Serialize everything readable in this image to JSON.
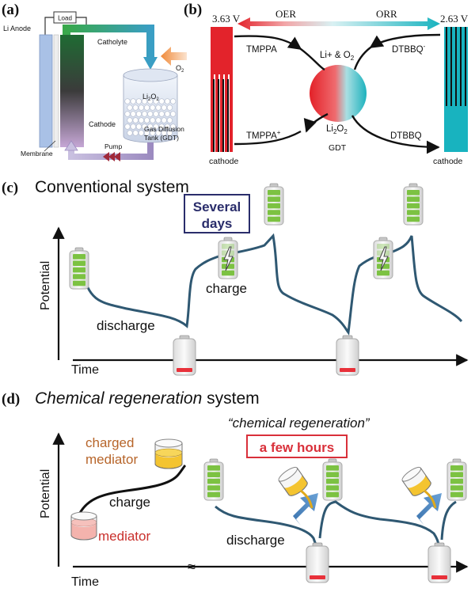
{
  "panels": {
    "a": {
      "label": "(a)",
      "load": "Load",
      "li_anode": "Li Anode",
      "catholyte": "Catholyte",
      "o2": "O",
      "o2_sub": "2",
      "li2o2_a": "Li",
      "li2o2_b": "2",
      "li2o2_c": "O",
      "li2o2_d": "2",
      "cathode": "Cathode",
      "membrane": "Membrane",
      "pump": "Pump",
      "gdt_1": "Gas Diffusion",
      "gdt_2": "Tank (GDT)"
    },
    "b": {
      "label": "(b)",
      "v_left": "3.63 V",
      "v_right": "2.63 V",
      "oer": "OER",
      "orr": "ORR",
      "tmppa": "TMPPA",
      "tmppa_plus": "TMPPA",
      "plus": "+",
      "li_o2": "Li+ & O",
      "li_o2_sub": "2",
      "dtbbq_minus": "DTBBQ",
      "minus": "-",
      "li2o2_a": "Li",
      "li2o2_b": "2",
      "li2o2_c": "O",
      "li2o2_d": "2",
      "dtbbq": "DTBBQ",
      "gdt": "GDT",
      "cathode_left": "cathode",
      "cathode_right": "cathode"
    },
    "c": {
      "label": "(c)",
      "title": "Conventional system",
      "y_axis": "Potential",
      "x_axis": "Time",
      "days_1": "Several",
      "days_2": "days",
      "charge": "charge",
      "discharge": "discharge"
    },
    "d": {
      "label": "(d)",
      "title_italic": "Chemical regeneration",
      "title_rest": " system",
      "y_axis": "Potential",
      "x_axis": "Time",
      "charged_1": "charged",
      "charged_2": "mediator",
      "charge": "charge",
      "mediator": "mediator",
      "quote": "“chemical regeneration”",
      "hours": "a few hours",
      "discharge": "discharge",
      "break": "≈"
    }
  },
  "colors": {
    "curve": "#2f5872",
    "red_bar": "#e3232b",
    "cyan_bar": "#18b3bf",
    "battery_green": "#7cc242",
    "battery_red": "#e8313a",
    "box_navy": "#2a2d6b",
    "box_red": "#d9303a",
    "mediator_red": "#c9302c",
    "charged_orange": "#b7652a",
    "arrow_blue": "#4f86be"
  }
}
